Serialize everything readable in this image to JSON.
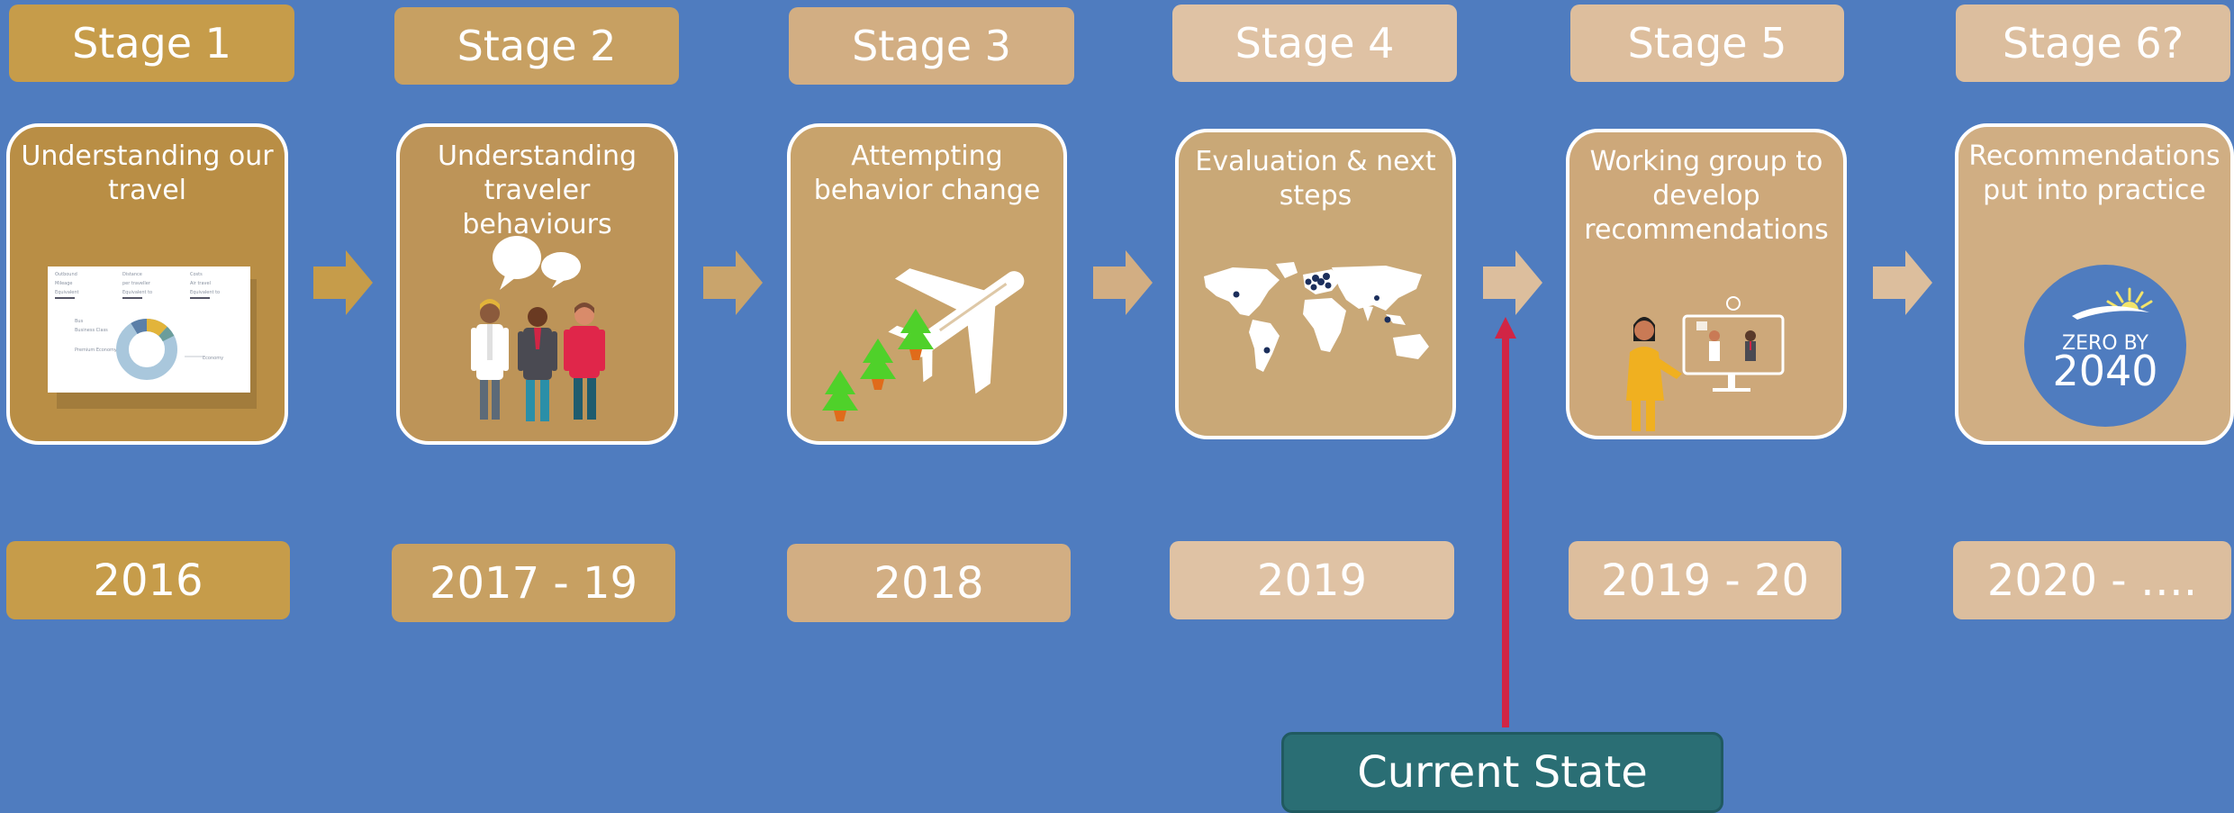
{
  "colors": {
    "background": "#4f7cbf",
    "stage1": "#c69c4a",
    "stage2": "#c7a062",
    "stage3": "#d2ae83",
    "stage4": "#dfc2a4",
    "stage5": "#ddbe9d",
    "stage6": "#dcbe9e",
    "card1": "#b98e45",
    "card2": "#bd9458",
    "card3": "#c8a36c",
    "card4": "#c9a877",
    "card5": "#cda87a",
    "card6": "#d0ae83",
    "current_state": "#2a6e74",
    "pointer": "#d12545"
  },
  "stages": [
    {
      "stage": "Stage 1",
      "title": "Understanding our\ntravel",
      "years": "2016",
      "icon": "dashboard-report-image",
      "dashboard": {
        "columns": [
          "Outbound",
          "Distance",
          "Costs"
        ],
        "column_values": [
          "Mileage",
          "per traveller",
          "Air travel"
        ],
        "subvalues": [
          "Equivalent",
          "Equivalent to",
          "Equivalent to"
        ],
        "rows": [
          "Bus",
          "Business Class",
          "Premium Economy",
          "Economy"
        ]
      }
    },
    {
      "stage": "Stage 2",
      "title": "Understanding\ntraveler behaviours",
      "years": "2017 - 19",
      "icon": "three-people-talking-icon"
    },
    {
      "stage": "Stage 3",
      "title": "Attempting\nbehavior change",
      "years": "2018",
      "icon": "airplane-and-trees-icon"
    },
    {
      "stage": "Stage 4",
      "title": "Evaluation & next\nsteps",
      "years": "2019",
      "icon": "world-map-icon"
    },
    {
      "stage": "Stage 5",
      "title": "Working group to\ndevelop\nrecommendations",
      "years": "2019 - 20",
      "icon": "video-call-icon"
    },
    {
      "stage": "Stage 6?",
      "title": "Recommendations\nput into practice",
      "years": "2020 - ….",
      "icon": "zero-by-2040-logo",
      "logo": {
        "line1": "ZERO BY",
        "line2": "2040"
      }
    }
  ],
  "current_state": "Current State"
}
